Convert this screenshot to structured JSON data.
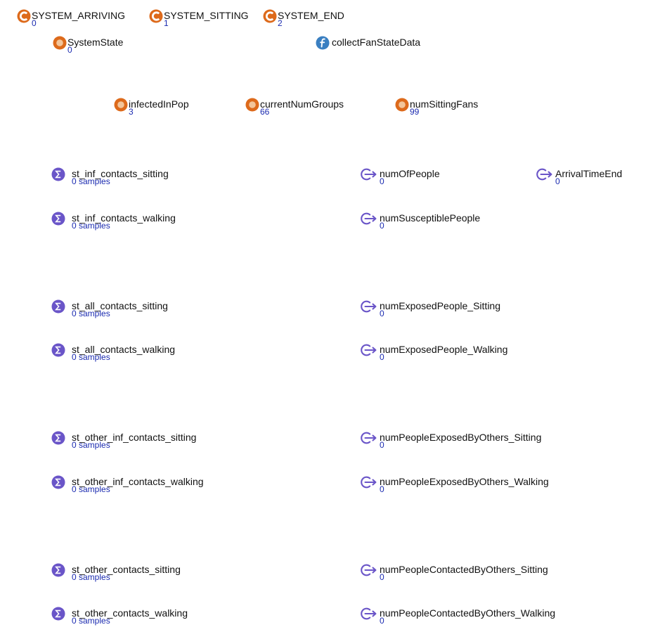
{
  "colors": {
    "parameter": "#dd6a1b",
    "function": "#3a7fc1",
    "statistics": "#6a55c8",
    "output": "#6a55c8",
    "value_text": "#1b2bb0"
  },
  "constants": [
    {
      "name": "SYSTEM_ARRIVING",
      "value": "0",
      "icon": "constant-icon"
    },
    {
      "name": "SYSTEM_SITTING",
      "value": "1",
      "icon": "constant-icon"
    },
    {
      "name": "SYSTEM_END",
      "value": "2",
      "icon": "constant-icon"
    }
  ],
  "system_state": {
    "name": "SystemState",
    "value": "0",
    "icon": "variable-icon"
  },
  "collect_function": {
    "name": "collectFanStateData",
    "icon": "function-icon"
  },
  "variables": [
    {
      "name": "infectedInPop",
      "value": "3",
      "icon": "variable-icon"
    },
    {
      "name": "currentNumGroups",
      "value": "66",
      "icon": "variable-icon"
    },
    {
      "name": "numSittingFans",
      "value": "99",
      "icon": "variable-icon"
    }
  ],
  "statistics": [
    {
      "name": "st_inf_contacts_sitting",
      "value": "0 samples"
    },
    {
      "name": "st_inf_contacts_walking",
      "value": "0 samples"
    },
    {
      "name": "st_all_contacts_sitting",
      "value": "0 samples"
    },
    {
      "name": "st_all_contacts_walking",
      "value": "0 samples"
    },
    {
      "name": "st_other_inf_contacts_sitting",
      "value": "0 samples"
    },
    {
      "name": "st_other_inf_contacts_walking",
      "value": "0 samples"
    },
    {
      "name": "st_other_contacts_sitting",
      "value": "0 samples"
    },
    {
      "name": "st_other_contacts_walking",
      "value": "0 samples"
    }
  ],
  "outputs": [
    {
      "name": "numOfPeople",
      "value": "0"
    },
    {
      "name": "numSusceptiblePeople",
      "value": "0"
    },
    {
      "name": "numExposedPeople_Sitting",
      "value": "0"
    },
    {
      "name": "numExposedPeople_Walking",
      "value": "0"
    },
    {
      "name": "numPeopleExposedByOthers_Sitting",
      "value": "0"
    },
    {
      "name": "numPeopleExposedByOthers_Walking",
      "value": "0"
    },
    {
      "name": "numPeopleContactedByOthers_Sitting",
      "value": "0"
    },
    {
      "name": "numPeopleContactedByOthers_Walking",
      "value": "0"
    }
  ],
  "arrival_time_end": {
    "name": "ArrivalTimeEnd",
    "value": "0"
  }
}
